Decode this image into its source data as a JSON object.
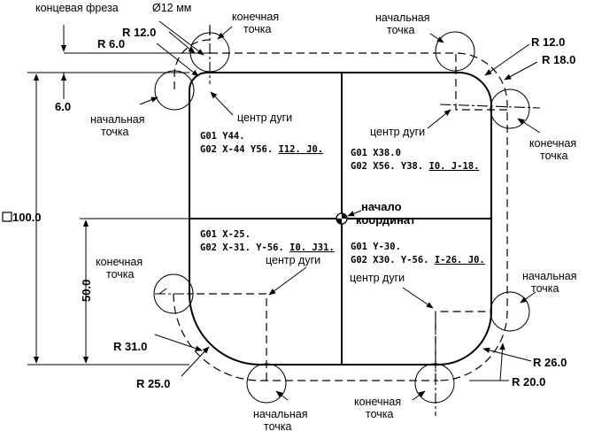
{
  "labels": {
    "cutter": "концевая фреза",
    "cutter_diameter": "Ø12 мм",
    "end_point": "конечная",
    "end_point_2": "точка",
    "start_point": "начальная",
    "start_point_2": "точка",
    "arc_center": "центр дуги",
    "origin_1": "начало",
    "origin_2": "координат"
  },
  "dimensions": {
    "r12_left": "R 12.0",
    "r6": "R 6.0",
    "d6": "6.0",
    "square": "100.0",
    "d50": "50.0",
    "r31": "R 31.0",
    "r25": "R 25.0",
    "r12_right": "R 12.0",
    "r18": "R 18.0",
    "r26": "R 26.0",
    "r20": "R 20.0"
  },
  "programs": {
    "q2": {
      "line1": "G01 Y44.",
      "line2": "G02 X-44 Y56. ",
      "ij": "I12. J0."
    },
    "q1": {
      "line1": "G01 X38.0",
      "line2": "G02 X56. Y38. ",
      "ij": "I0. J-18."
    },
    "q3": {
      "line1": "G01 X-25.",
      "line2": "G02 X-31. Y-56. ",
      "ij": "I0. J31."
    },
    "q4": {
      "line1": "G01 Y-30.",
      "line2": "G02 X30. Y-56. ",
      "ij": "I-26. J0."
    }
  }
}
